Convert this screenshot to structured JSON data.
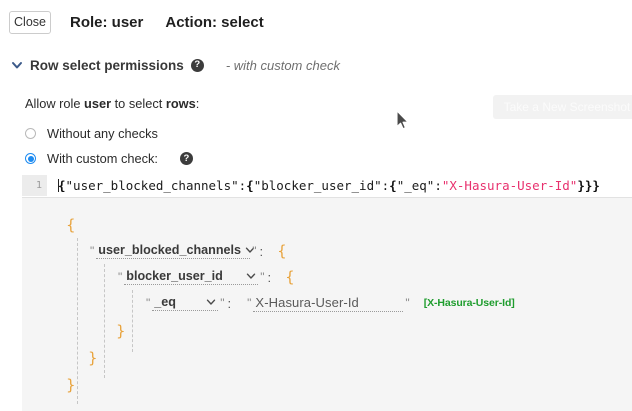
{
  "header": {
    "close_label": "Close",
    "role_label": "Role: user",
    "action_label": "Action: select"
  },
  "section": {
    "chevron_icon": "chevron-down-icon",
    "title": "Row select permissions",
    "help_icon": "help-icon",
    "help_glyph": "?",
    "subtitle": "- with custom check"
  },
  "permissions": {
    "allow_prefix": "Allow role ",
    "allow_role": "user",
    "allow_middle": " to select ",
    "allow_object": "rows",
    "allow_suffix": ":",
    "options": [
      {
        "label": "Without any checks",
        "selected": false
      },
      {
        "label": "With custom check:",
        "selected": true
      }
    ]
  },
  "editor": {
    "line_number": "1",
    "tokens": [
      {
        "text": "{",
        "type": "brace"
      },
      {
        "text": "\"user_blocked_channels\"",
        "type": "key"
      },
      {
        "text": ":",
        "type": "key"
      },
      {
        "text": "{",
        "type": "brace"
      },
      {
        "text": "\"blocker_user_id\"",
        "type": "key"
      },
      {
        "text": ":",
        "type": "key"
      },
      {
        "text": "{",
        "type": "brace"
      },
      {
        "text": "\"_eq\"",
        "type": "key"
      },
      {
        "text": ":",
        "type": "key"
      },
      {
        "text": "\"X-Hasura-User-Id\"",
        "type": "string"
      },
      {
        "text": "}}}",
        "type": "brace"
      }
    ],
    "raw_value": "{\"user_blocked_channels\":{\"blocker_user_id\":{\"_eq\":\"X-Hasura-User-Id\"}}}"
  },
  "tree": {
    "open_root": "{",
    "rows": [
      {
        "key": "user_blocked_channels",
        "chevron_icon": "chevron-down-icon",
        "colon": ":",
        "open_brace": "{"
      },
      {
        "key": "blocker_user_id",
        "chevron_icon": "chevron-down-icon",
        "colon": ":",
        "open_brace": "{"
      }
    ],
    "operator_row": {
      "key": "_eq",
      "chevron_icon": "chevron-down-icon",
      "colon": ":",
      "value": "X-Hasura-User-Id",
      "suggestion": "[X-Hasura-User-Id]"
    },
    "close_inner": "}",
    "close_middle": "}",
    "close_root": "}",
    "quote": "\""
  },
  "overlay": {
    "screenshot_button": "Take a New Screenshot"
  },
  "colors": {
    "accent_blue": "#1d8bf1",
    "string_pink": "#e8316e",
    "brace_orange": "#e8a33d",
    "suggest_green": "#1f9d2e",
    "panel_gray": "#f5f5f5"
  }
}
